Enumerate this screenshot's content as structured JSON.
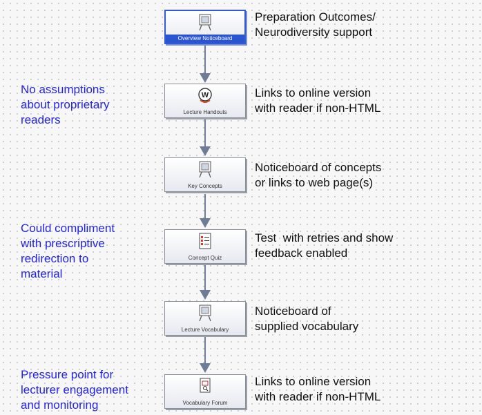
{
  "nodes": [
    {
      "label": "Overview Noticeboard",
      "icon": "noticeboard-icon",
      "description": [
        "Preparation Outcomes/",
        "Neurodiversity support"
      ],
      "selected": true
    },
    {
      "label": "Lecture Handouts",
      "icon": "weblink-icon",
      "description": [
        "Links to online version",
        "with reader if non-HTML"
      ]
    },
    {
      "label": "Key Concepts",
      "icon": "noticeboard-icon",
      "description": [
        "Noticeboard of concepts",
        "or links to web page(s)"
      ]
    },
    {
      "label": "Concept Quiz",
      "icon": "quiz-icon",
      "description": [
        "Test  with retries and show",
        "feedback enabled"
      ]
    },
    {
      "label": "Lecture Vocabulary",
      "icon": "noticeboard-icon",
      "description": [
        "Noticeboard of",
        "supplied vocabulary"
      ]
    },
    {
      "label": "Vocabulary Forum",
      "icon": "forum-icon",
      "description": [
        "Links to online version",
        "with reader if non-HTML"
      ]
    }
  ],
  "notes": [
    {
      "lines": [
        "No assumptions",
        "about proprietary",
        "readers"
      ]
    },
    {
      "lines": [
        "Could compliment",
        "with prescriptive",
        "redirection to",
        "material"
      ]
    },
    {
      "lines": [
        "Pressure point for",
        "lecturer engagement",
        "and monitoring"
      ]
    }
  ],
  "colors": {
    "note_text": "#2323e8",
    "selected_border": "#2f5bd8",
    "arrow": "#6d7c97"
  }
}
